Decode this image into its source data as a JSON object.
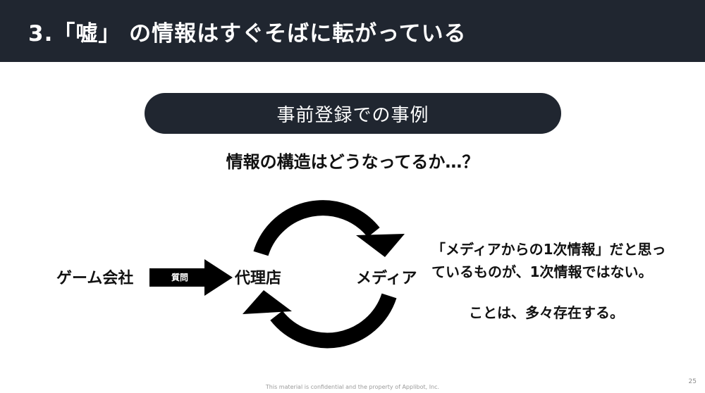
{
  "header": {
    "title": "3.「嘘」 の情報はすぐそばに転がっている"
  },
  "banner": {
    "text": "事前登録での事例"
  },
  "question": "情報の構造はどうなってるか…？",
  "diagram": {
    "source": "ゲーム会社",
    "arrow_label": "質問",
    "agency": "代理店",
    "media": "メディア"
  },
  "notes": {
    "line1": "「メディアからの1次情報」だと思っ",
    "line2": "ているものが、1次情報ではない。",
    "line3": "ことは、多々存在する。"
  },
  "footer": {
    "confidential": "This material is confidential and the property of Applibot, Inc.",
    "page_number": "25"
  },
  "colors": {
    "header_bg": "#202630",
    "text": "#111111",
    "arrow": "#000000"
  }
}
